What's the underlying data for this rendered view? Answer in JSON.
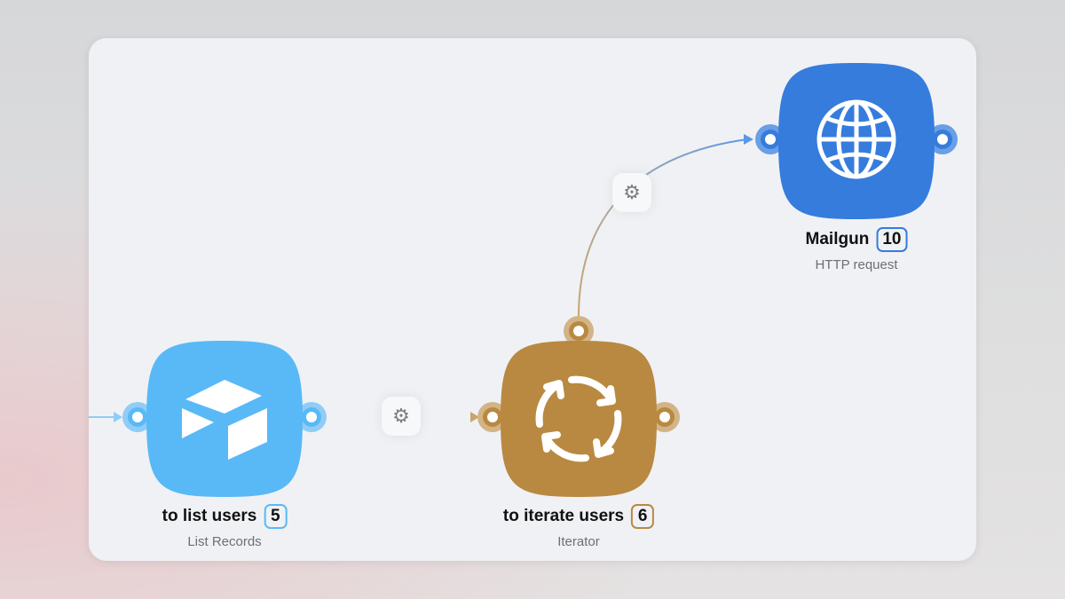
{
  "nodes": [
    {
      "id": "list-users",
      "title": "to list users",
      "badge": "5",
      "subtitle": "List Records",
      "icon": "airtable-icon",
      "color": "#59b9f7",
      "port": "#8fcdf6"
    },
    {
      "id": "iterate-users",
      "title": "to iterate users",
      "badge": "6",
      "subtitle": "Iterator",
      "icon": "iterator-icon",
      "color": "#b98941",
      "port": "#d2b486"
    },
    {
      "id": "mailgun",
      "title": "Mailgun",
      "badge": "10",
      "subtitle": "HTTP request",
      "icon": "globe-icon",
      "color": "#357cdd",
      "port": "#6a9fe6"
    }
  ],
  "colors": {
    "canvas": "#f0f1f5",
    "gear": "#7d7d82"
  }
}
